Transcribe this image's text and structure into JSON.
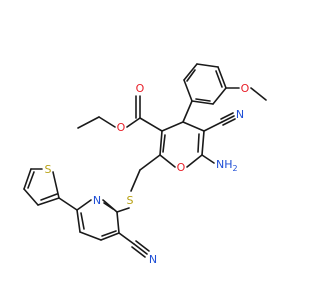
{
  "atoms": {
    "o_methoxy": "O",
    "o_ester_carbonyl": "O",
    "o_ester_ether": "O",
    "o_ring": "O",
    "n_cyano_top": "N",
    "n_amino": "NH",
    "n_amino_h2": "2",
    "n_pyridine": "N",
    "n_cyano_bottom": "N",
    "s_thioether": "S",
    "s_thiophene": "S"
  },
  "colors": {
    "bond": "#1a1a1a",
    "oxygen": "#e8202a",
    "nitrogen": "#1f4fd6",
    "sulfur": "#b9a215"
  }
}
